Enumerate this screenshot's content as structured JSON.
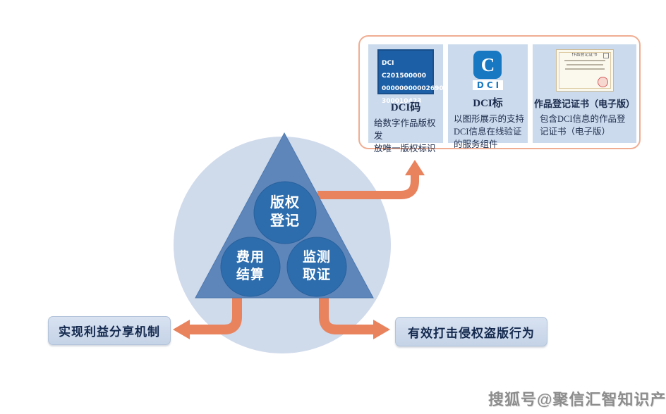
{
  "colors": {
    "panel_border": "#f0ad92",
    "card_bg": "#cbdaec",
    "arrow": "#e8835e",
    "big_circle": "#cfdaeb",
    "triangle": "#5f86bb",
    "inner_circle": "#2d6dad",
    "code_block_bg": "#1d5fa6",
    "dci_logo_blue": "#1878c1",
    "dark_text": "#1b2b4d",
    "outcome_box_bg": "#ccd9ea",
    "watermark_gray": "#8d8d8d"
  },
  "panel": {
    "cards": [
      {
        "id": "dci-code",
        "image_text": "DCI C201500000\n00000000002690\n300010423",
        "label": "DCI码",
        "desc": "给数字作品版权发\n放唯一版权标识"
      },
      {
        "id": "dci-mark",
        "logo_letter": "C",
        "logo_text": "DCI",
        "label": "DCI标",
        "desc": "以图形展示的支持\nDCI信息在线验证\n的服务组件"
      },
      {
        "id": "certificate",
        "cert_title": "作品登记证书",
        "label": "作品登记证书（电子版）",
        "desc": "包含DCI信息的作品登\n记证书（电子版）"
      }
    ]
  },
  "diagram": {
    "circles": [
      {
        "label": "版权\n登记"
      },
      {
        "label": "费用\n结算"
      },
      {
        "label": "监测\n取证"
      }
    ]
  },
  "outcomes": [
    {
      "label": "实现利益分享机制"
    },
    {
      "label": "有效打击侵权盗版行为"
    }
  ],
  "watermark": "搜狐号@聚信汇智知识产权"
}
